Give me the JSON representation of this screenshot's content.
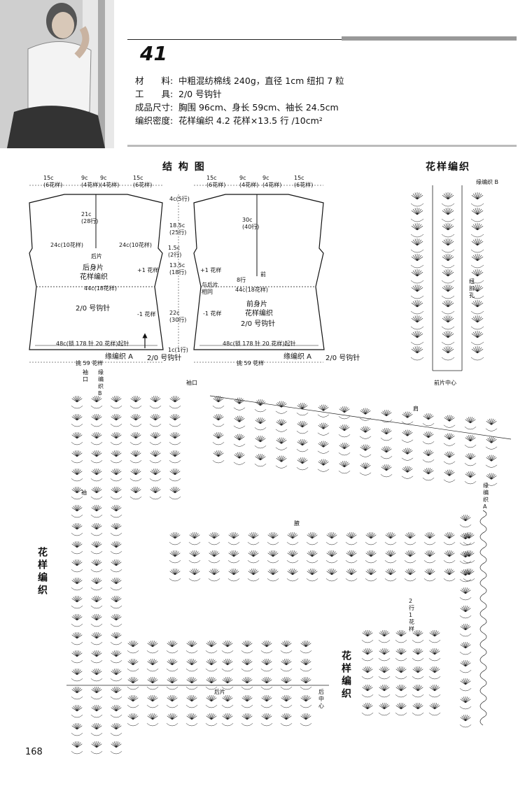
{
  "pattern_number": "41",
  "materials": [
    {
      "key": "材　　料:",
      "value": "中粗混纺棉线 240g，直径 1cm 纽扣 7 粒"
    },
    {
      "key": "工　　具:",
      "value": "2/0 号钩针"
    },
    {
      "key": "成品尺寸:",
      "value": "胸围 96cm、身长 59cm、袖长 24.5cm"
    },
    {
      "key": "编织密度:",
      "value": "花样编织  4.2 花样×13.5 行 /10cm²"
    }
  ],
  "structure_title": "结 构 图",
  "pattern_title": "花样编织",
  "back": {
    "top_left": "15c\n(6花样)",
    "top_mid1": "9c\n(4花样)",
    "top_mid2": "9c\n(4花样)",
    "top_right": "15c\n(6花样)",
    "shoulder": "4c(5行)",
    "neck_drop": "21c\n(28行)",
    "armhole": "18.5c\n(25行)",
    "armhole_step": "1.5c\n(2行)",
    "side_upper": "13.5c\n(18行)",
    "side_lower": "22c\n(30行)",
    "hem": "1c(1行)",
    "chest_left": "24c(10花样)",
    "chest_right": "24c(10花样)",
    "waist": "44c(18花样)",
    "cast_on": "48c(锁 178 针 20 花样)起针",
    "center": "后片",
    "name": "后身片",
    "stitch": "花样编织",
    "hook": "2/0 号钩针",
    "inc": "+1 花样",
    "dec": "-1 花样",
    "border": "缘编织 A",
    "border_hook": "2/0 号钩针",
    "pick_up": "挑 59 花样"
  },
  "front": {
    "top_left": "15c\n(6花样)",
    "top_mid1": "9c\n(4花样)",
    "top_mid2": "9c\n(4花样)",
    "top_right": "15c\n(6花样)",
    "neck_drop": "30c\n(40行)",
    "front_mark": "前",
    "rows8": "8行",
    "join": "与后片\n相同",
    "inc": "+1 花样",
    "dec": "-1 花样",
    "waist": "44c(18花样)",
    "name": "前身片",
    "stitch": "花样编织",
    "hook": "2/0 号钩针",
    "cast_on": "48c(锁 178 针 20 花样)起针",
    "border": "缘编织 A",
    "border_hook": "2/0 号钩针",
    "pick_up": "挑 59 花样"
  },
  "chart_labels": {
    "border_b": "缘编织 B",
    "buttonhole": "纽扣孔",
    "front_center": "前片中心",
    "sleeve_edge1": "袖口",
    "sleeve_edge2": "袖口",
    "border_b2": "缘编织 B",
    "border_a": "缘编织 A",
    "stitch_vertical1": "花样编织",
    "stitch_vertical2": "花样编织",
    "back_center": "后片",
    "front_center2": "后中心",
    "inc_note": "2行1花样",
    "side1": "肩",
    "side2": "袖",
    "side3": "腋"
  },
  "page_number": "168"
}
